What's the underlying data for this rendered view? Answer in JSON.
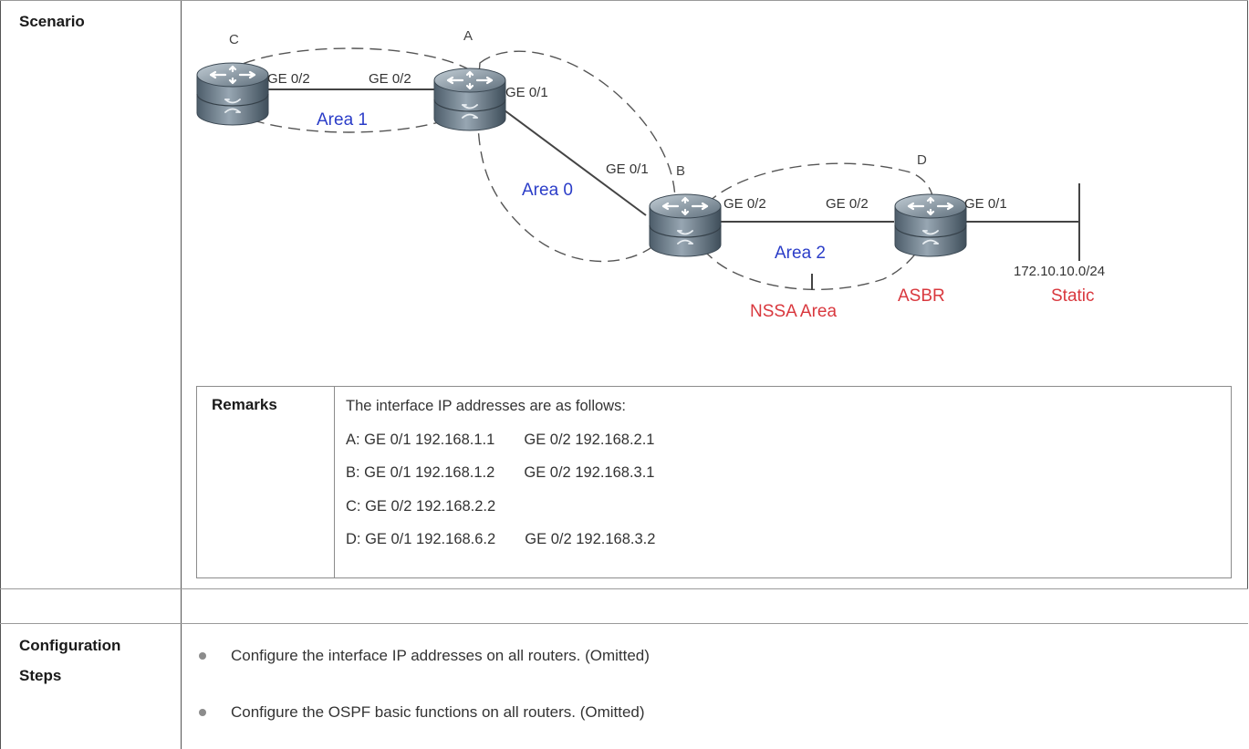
{
  "scenario_label": "Scenario",
  "config_label_1": "Configuration",
  "config_label_2": "Steps",
  "diagram": {
    "routers": {
      "a": "A",
      "b": "B",
      "c": "C",
      "d": "D"
    },
    "ports": {
      "c_ge02": "GE 0/2",
      "a_ge02": "GE 0/2",
      "a_ge01": "GE 0/1",
      "b_ge01": "GE 0/1",
      "b_ge02": "GE 0/2",
      "d_ge02": "GE 0/2",
      "d_ge01": "GE 0/1"
    },
    "areas": {
      "area1": "Area 1",
      "area0": "Area 0",
      "area2": "Area 2"
    },
    "nssa": "NSSA Area",
    "asbr": "ASBR",
    "network": "172.10.10.0/24",
    "static": "Static",
    "colors": {
      "area": "#2b3dc8",
      "alert": "#d9383e"
    }
  },
  "remarks": {
    "label": "Remarks",
    "lines": [
      "The interface IP addresses are as follows:",
      "A: GE 0/1 192.168.1.1       GE 0/2 192.168.2.1",
      "B: GE 0/1 192.168.1.2       GE 0/2 192.168.3.1",
      "C: GE 0/2 192.168.2.2",
      "D: GE 0/1 192.168.6.2       GE 0/2 192.168.3.2"
    ]
  },
  "steps": [
    "Configure the interface IP addresses on all routers. (Omitted)",
    "Configure the OSPF basic functions on all routers. (Omitted)"
  ]
}
